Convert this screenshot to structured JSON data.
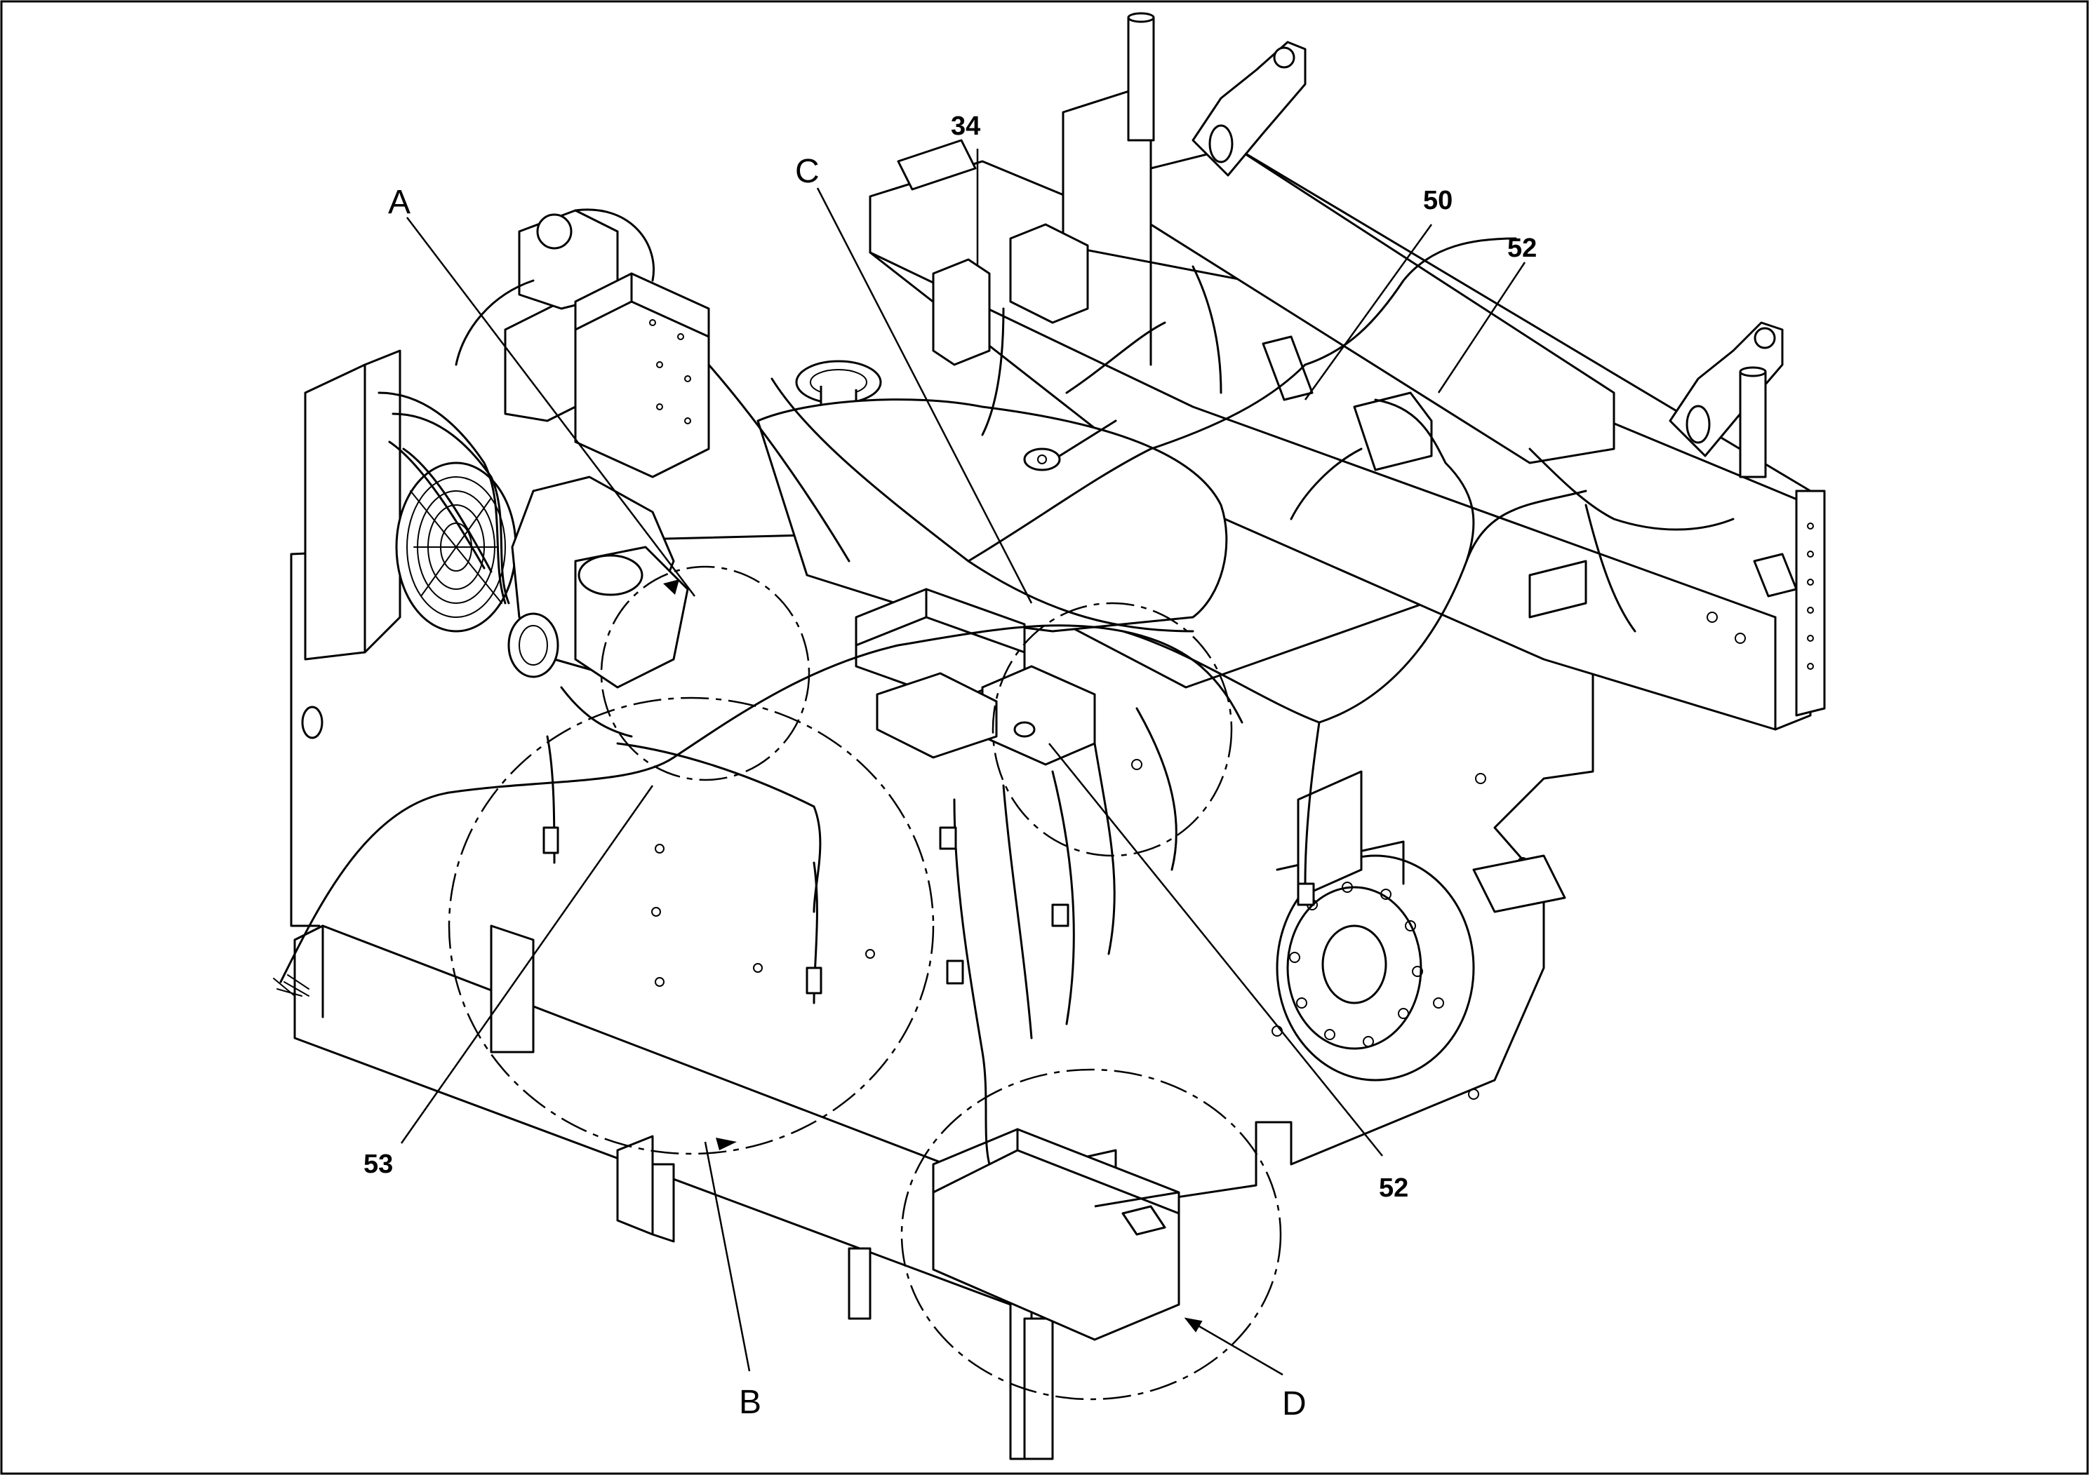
{
  "labels": {
    "A": "A",
    "B": "B",
    "C": "C",
    "D": "D",
    "n34": "34",
    "n50": "50",
    "n52_top": "52",
    "n52_bottom": "52",
    "n53": "53"
  }
}
